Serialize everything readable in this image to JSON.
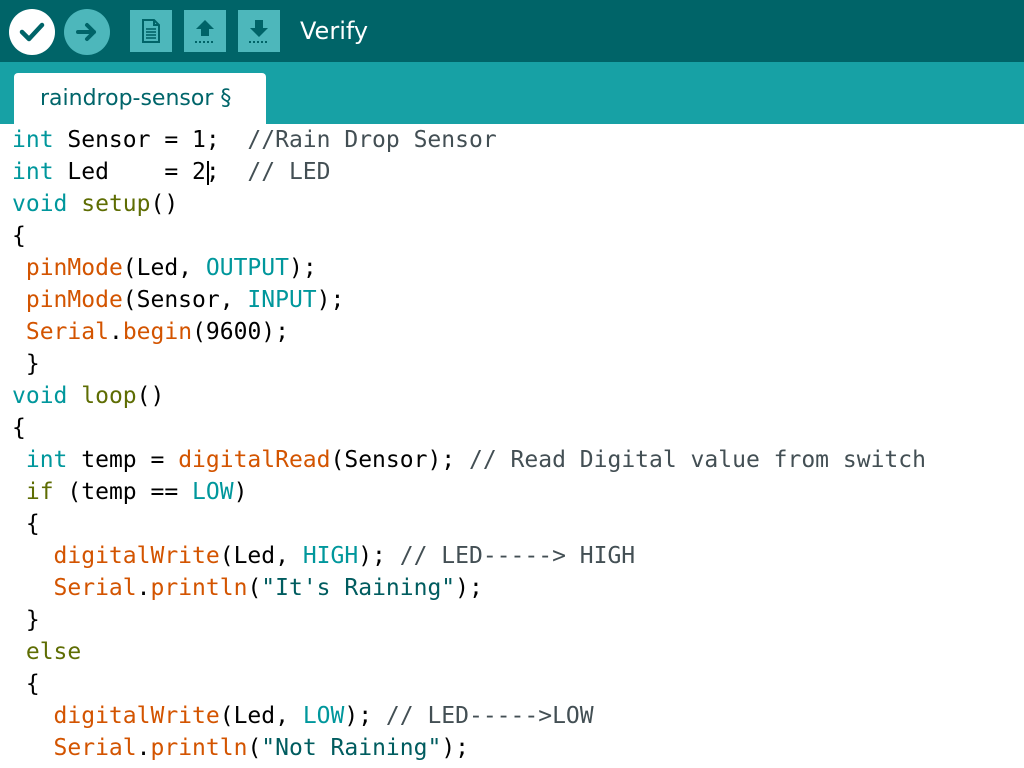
{
  "toolbar": {
    "hover_label": "Verify",
    "icons": {
      "verify": "check-icon",
      "upload": "arrow-right-icon",
      "new": "new-file-icon",
      "open": "open-arrow-up-icon",
      "save": "save-arrow-down-icon"
    }
  },
  "tab": {
    "label": "raindrop-sensor §"
  },
  "colors": {
    "toolbar_bg": "#006468",
    "tabstrip_bg": "#17a1a5",
    "button_bg": "#4db7bb",
    "keyword": "#00979c",
    "function": "#d35400",
    "structure": "#5e6d03",
    "comment": "#434f54"
  },
  "code": {
    "l1": {
      "kw": "int",
      "a": " Sensor = 1;  ",
      "cm": "//Rain Drop Sensor"
    },
    "l2": {
      "kw": "int",
      "a": " Led    = 2",
      "b": ";  ",
      "cm": "// LED"
    },
    "l3": {
      "kw": "void",
      "sp": " ",
      "fs": "setup",
      "a": "()"
    },
    "l4": {
      "a": "{"
    },
    "l5": {
      "sp": " ",
      "fn": "pinMode",
      "a": "(Led, ",
      "cst": "OUTPUT",
      "b": ");"
    },
    "l6": {
      "sp": " ",
      "fn": "pinMode",
      "a": "(Sensor, ",
      "cst": "INPUT",
      "b": ");"
    },
    "l7": {
      "sp": " ",
      "fn1": "Serial",
      "dot": ".",
      "fn2": "begin",
      "a": "(9600);"
    },
    "l8": {
      "a": " }"
    },
    "l9": {
      "kw": "void",
      "sp": " ",
      "fs": "loop",
      "a": "()"
    },
    "l10": {
      "a": "{"
    },
    "l11": {
      "sp": " ",
      "kw": "int",
      "a": " temp = ",
      "fn": "digitalRead",
      "b": "(Sensor); ",
      "cm": "// Read Digital value from switch"
    },
    "l12": {
      "sp": " ",
      "kw": "if",
      "a": " (temp == ",
      "cst": "LOW",
      "b": ")"
    },
    "l13": {
      "a": " {"
    },
    "l14": {
      "sp": "   ",
      "fn": "digitalWrite",
      "a": "(Led, ",
      "cst": "HIGH",
      "b": "); ",
      "cm": "// LED-----> HIGH"
    },
    "l15": {
      "sp": "   ",
      "fn1": "Serial",
      "dot": ".",
      "fn2": "println",
      "a": "(",
      "str": "\"It's Raining\"",
      "b": ");"
    },
    "l16": {
      "a": " }"
    },
    "l17": {
      "sp": " ",
      "kw": "else"
    },
    "l18": {
      "a": " {"
    },
    "l19": {
      "sp": "   ",
      "fn": "digitalWrite",
      "a": "(Led, ",
      "cst": "LOW",
      "b": "); ",
      "cm": "// LED----->LOW"
    },
    "l20": {
      "sp": "   ",
      "fn1": "Serial",
      "dot": ".",
      "fn2": "println",
      "a": "(",
      "str": "\"Not Raining\"",
      "b": ");"
    }
  }
}
